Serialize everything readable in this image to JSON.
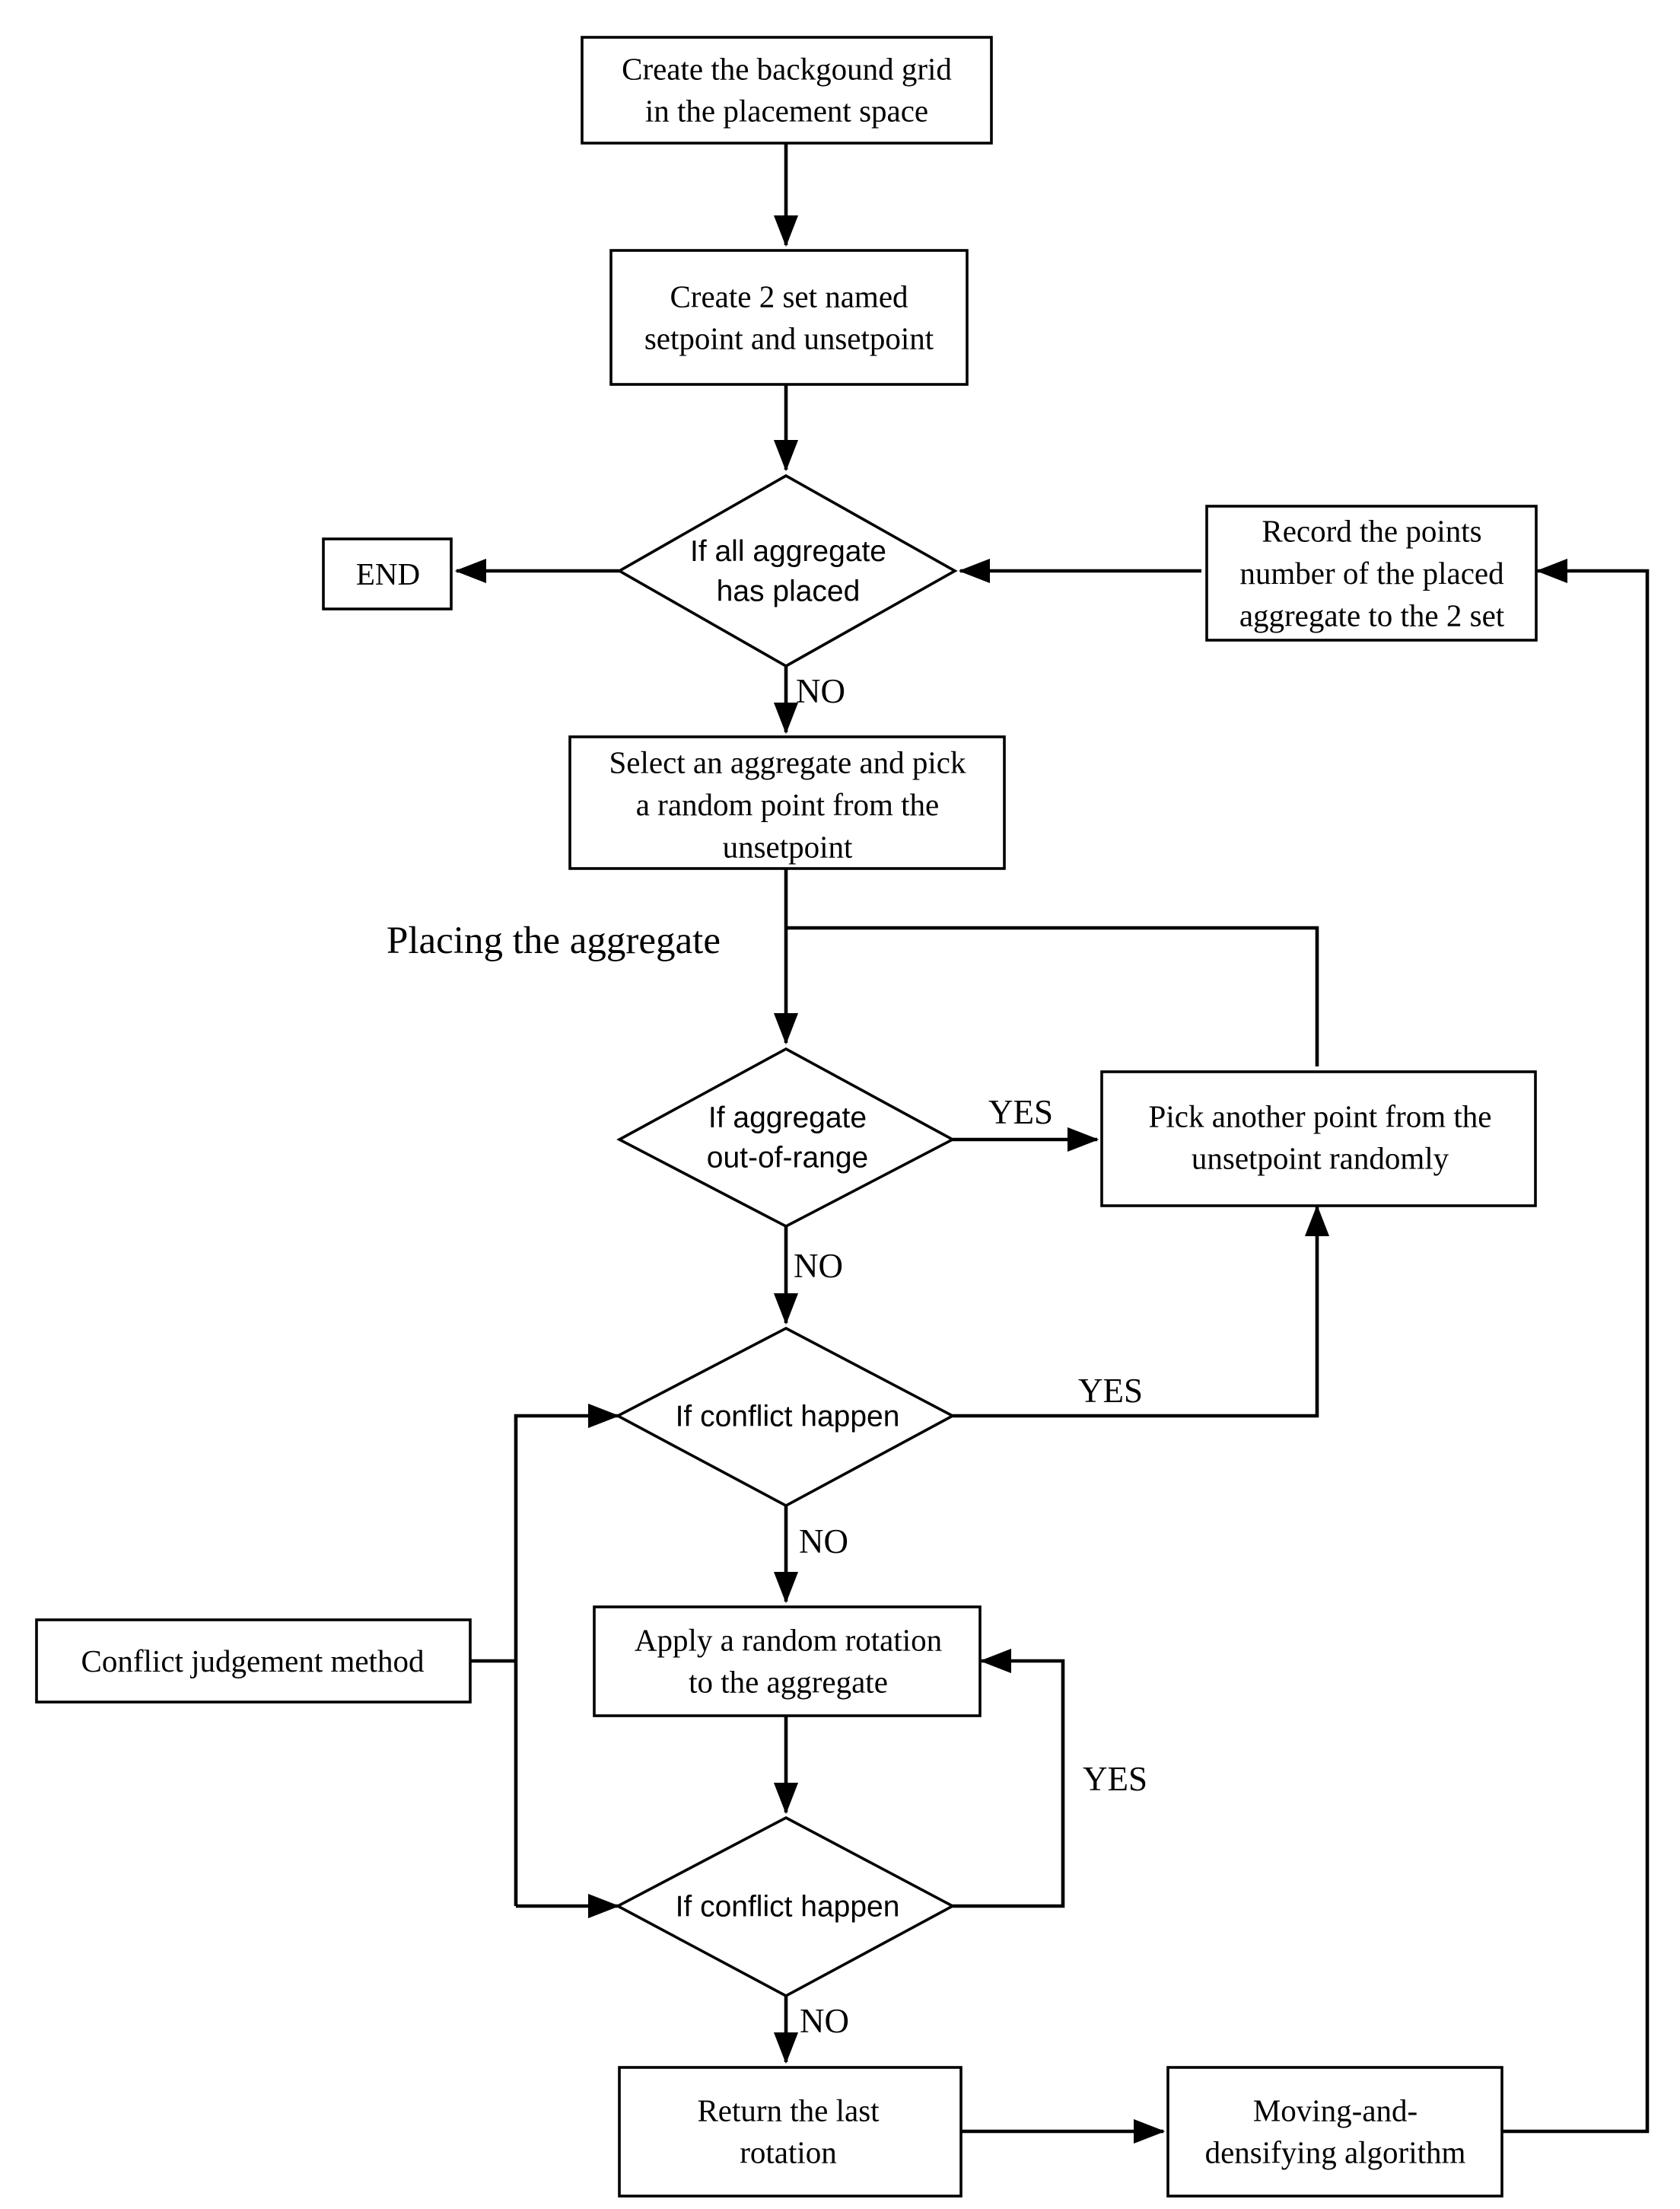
{
  "nodes": {
    "create_grid": {
      "lines": [
        "Create the backgound grid",
        "in the placement space"
      ]
    },
    "create_sets": {
      "lines": [
        "Create 2 set named",
        "setpoint and unsetpoint"
      ]
    },
    "all_placed": {
      "lines": [
        "If all aggregate",
        "has placed"
      ]
    },
    "end": {
      "lines": [
        "END"
      ]
    },
    "record": {
      "lines": [
        "Record the points",
        "number of the placed",
        "aggregate to the 2 set"
      ]
    },
    "select": {
      "lines": [
        "Select an aggregate and pick",
        "a random point from the",
        "unsetpoint"
      ]
    },
    "out_of_range": {
      "lines": [
        "If aggregate",
        "out-of-range"
      ]
    },
    "pick_another": {
      "lines": [
        "Pick another point from the",
        "unsetpoint randomly"
      ]
    },
    "conflict_1": {
      "lines": [
        "If conflict happen"
      ]
    },
    "apply_rotation": {
      "lines": [
        "Apply a random rotation",
        "to the aggregate"
      ]
    },
    "conflict_judgement": {
      "lines": [
        "Conflict judgement method"
      ]
    },
    "conflict_2": {
      "lines": [
        "If conflict happen"
      ]
    },
    "return_rotation": {
      "lines": [
        "Return the last",
        "rotation"
      ]
    },
    "moving": {
      "lines": [
        "Moving-and-",
        "densifying algorithm"
      ]
    }
  },
  "section_label": "Placing the aggregate",
  "edge_labels": {
    "no_all_placed": "NO",
    "yes_out_of_range": "YES",
    "no_out_of_range": "NO",
    "yes_conflict_1": "YES",
    "no_conflict_1": "NO",
    "yes_conflict_2": "YES",
    "no_conflict_2": "NO"
  }
}
